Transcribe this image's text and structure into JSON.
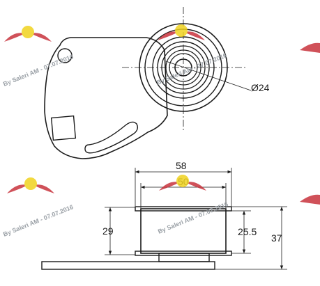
{
  "dimensions": {
    "bore_diameter": "Ø24",
    "overall_width": "58",
    "pulley_width": "50",
    "pulley_height": "29",
    "flange_height": "25.5",
    "total_height": "37"
  },
  "watermark": {
    "text": "By Saleri AM - 07.07.2016",
    "colors": {
      "wing": "#c8323c",
      "badge": "#f0d21e"
    }
  }
}
